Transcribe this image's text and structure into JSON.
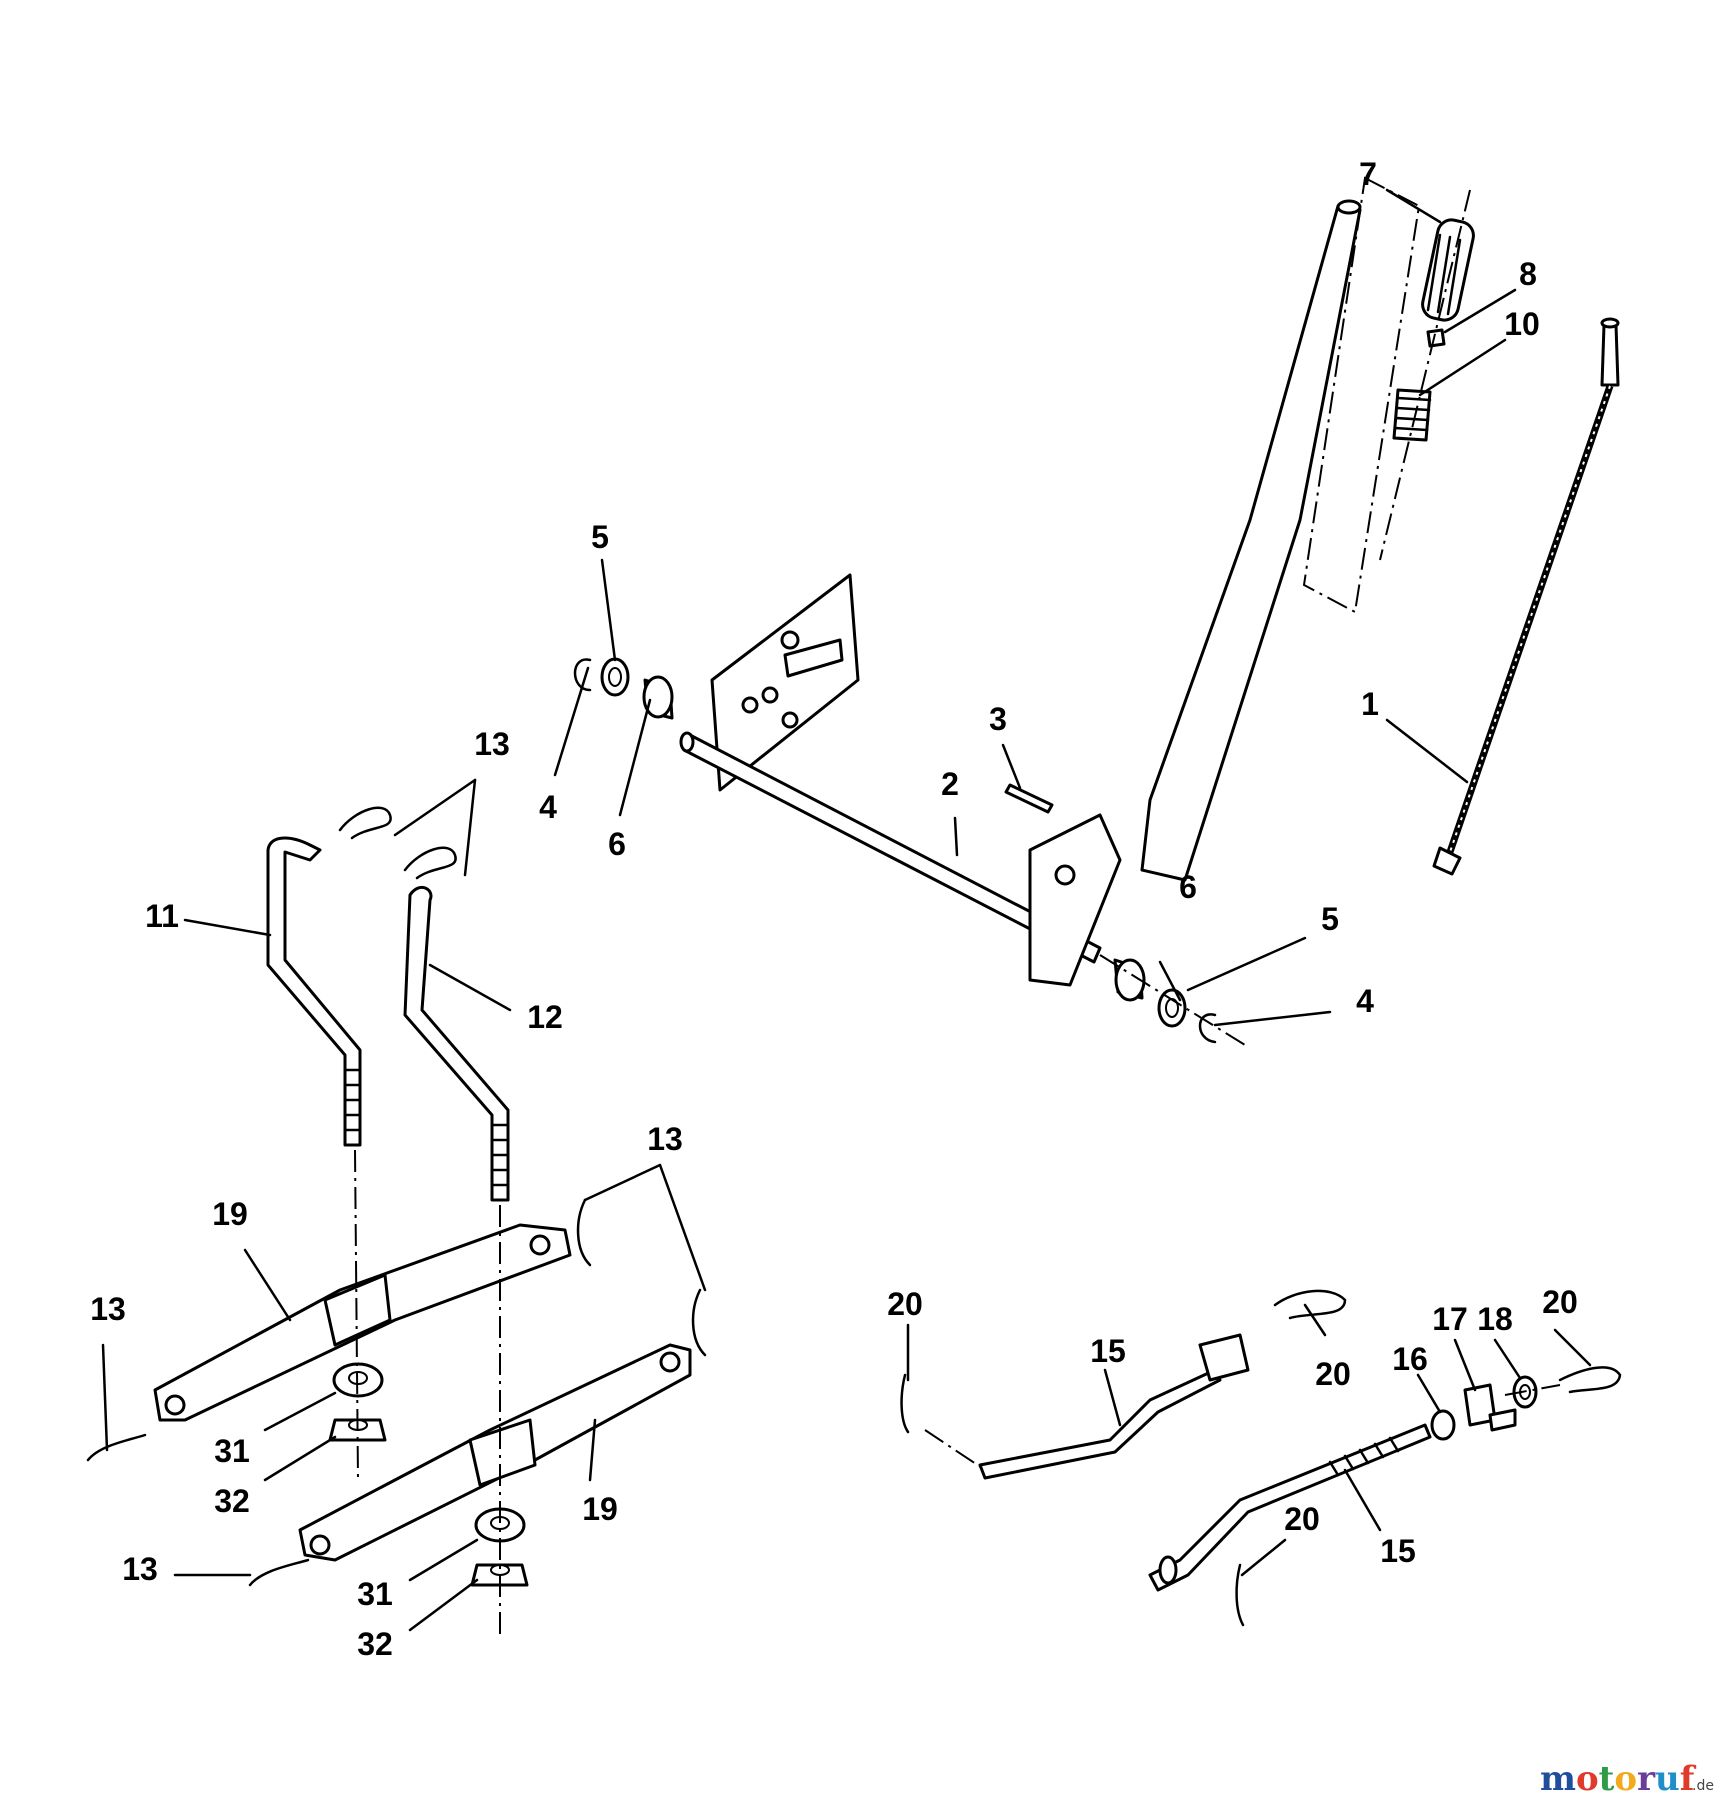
{
  "callouts": {
    "c1": "1",
    "c2": "2",
    "c3": "3",
    "c4a": "4",
    "c4b": "4",
    "c5a": "5",
    "c5b": "5",
    "c6a": "6",
    "c6b": "6",
    "c7": "7",
    "c8": "8",
    "c10": "10",
    "c11": "11",
    "c12": "12",
    "c13a": "13",
    "c13b": "13",
    "c13c": "13",
    "c13d": "13",
    "c15a": "15",
    "c15b": "15",
    "c16": "16",
    "c17": "17",
    "c18": "18",
    "c19a": "19",
    "c19b": "19",
    "c20a": "20",
    "c20b": "20",
    "c20c": "20",
    "c20d": "20",
    "c31a": "31",
    "c31b": "31",
    "c32a": "32",
    "c32b": "32"
  },
  "watermark": {
    "letters": [
      "m",
      "o",
      "t",
      "o",
      "r",
      "u",
      "f"
    ],
    "letter_colors": [
      "#1f4e9c",
      "#e03a2a",
      "#2e9b45",
      "#f2a91d",
      "#6a3d9a",
      "#1f8fc9",
      "#e03a2a"
    ],
    "suffix": ".de"
  }
}
